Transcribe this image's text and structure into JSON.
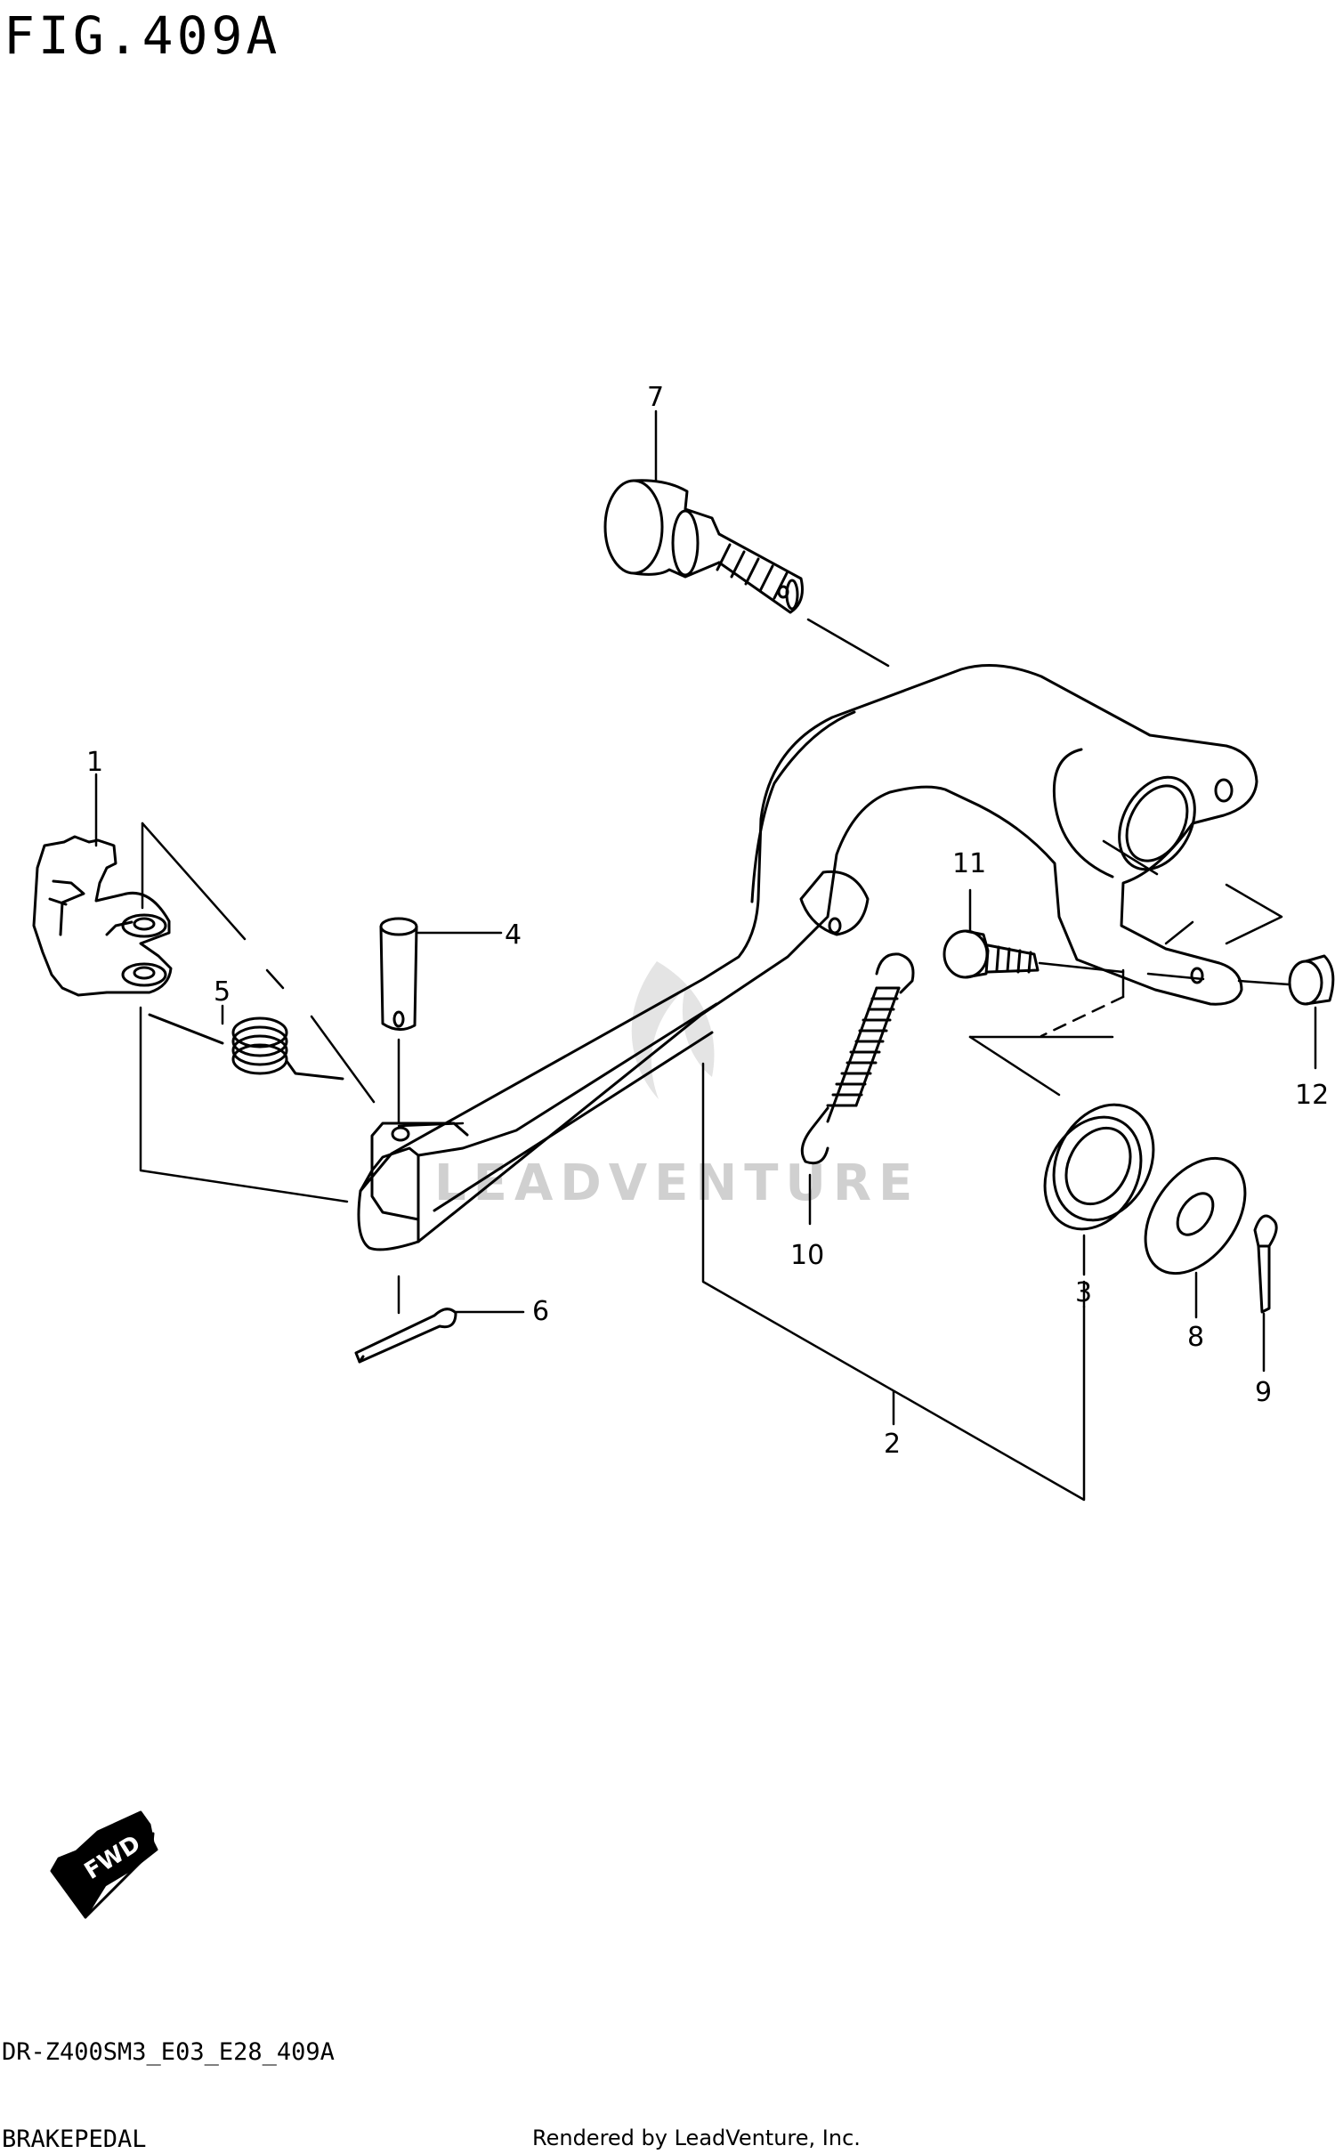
{
  "figure_title": "FIG.409A",
  "model_code": "DR-Z400SM3_E03_E28_409A",
  "section_name": "BRAKEPEDAL",
  "render_credit": "Rendered by LeadVenture, Inc.",
  "watermark": "LEADVENTURE",
  "fwd_label": "FWD",
  "callouts": {
    "c1": "1",
    "c2": "2",
    "c3": "3",
    "c4": "4",
    "c5": "5",
    "c6": "6",
    "c7": "7",
    "c8": "8",
    "c9": "9",
    "c10": "10",
    "c11": "11",
    "c12": "12"
  }
}
